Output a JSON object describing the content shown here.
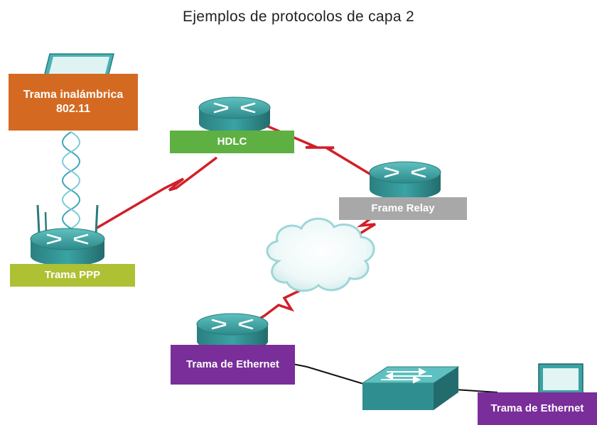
{
  "title": "Ejemplos de protocolos de capa 2",
  "labels": {
    "wireless": "Trama inalámbrica 802.11",
    "hdlc": "HDLC",
    "frame_relay": "Frame Relay",
    "ppp": "Trama PPP",
    "ethernet_router": "Trama de Ethernet",
    "ethernet_pc": "Trama de Ethernet"
  },
  "colors": {
    "wireless": "#d46a22",
    "hdlc": "#5eb042",
    "frame_relay": "#a8a8a8",
    "ppp": "#aec033",
    "ethernet": "#7a2e9a",
    "device_teal": "#3b9c9c",
    "serial_link": "#d11f2a"
  },
  "icons": [
    "laptop-icon",
    "router-icon",
    "wireless-router-icon",
    "cloud-icon",
    "switch-icon",
    "pc-icon"
  ]
}
